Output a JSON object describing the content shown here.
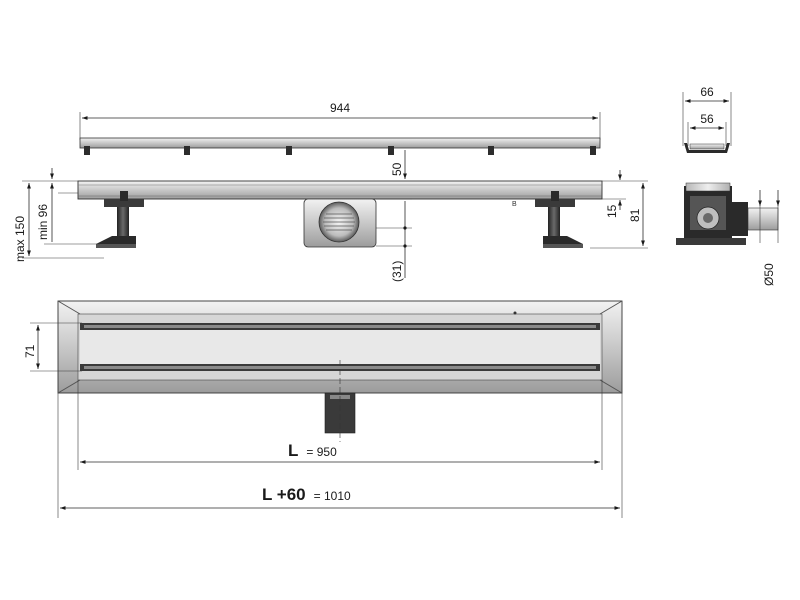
{
  "dimensions": {
    "top_length": "944",
    "profile_width_outer": "66",
    "profile_width_inner": "56",
    "side_50": "50",
    "side_31": "(31)",
    "side_15": "15",
    "side_81": "81",
    "max_150": "max 150",
    "min_96": "min 96",
    "outlet_diameter": "Ø50",
    "plan_71": "71",
    "L_symbol": "L",
    "L_eq": "= 950",
    "L60_symbol": "L +60",
    "L60_eq": "= 1010"
  },
  "colors": {
    "line": "#2a2a2a",
    "steel_light": "#dcdcdc",
    "steel_mid": "#a9a9a9",
    "steel_dark": "#555555",
    "black": "#1b1b1b"
  }
}
